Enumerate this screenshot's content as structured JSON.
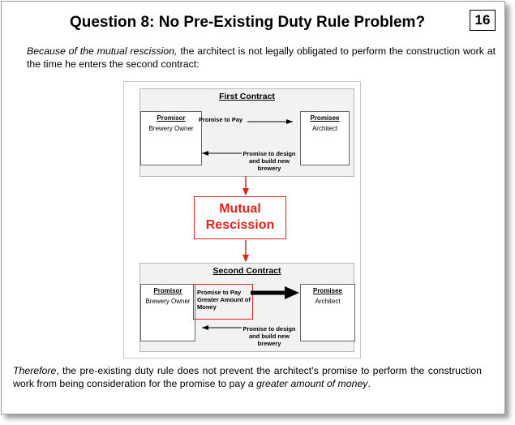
{
  "slide": {
    "title": "Question 8:  No Pre-Existing Duty Rule Problem?",
    "page_number": "16",
    "intro": {
      "italic_lead": "Because of the mutual rescission,",
      "rest": " the architect is not legally obligated to perform the construction work at the time he enters the second contract:"
    },
    "outro": {
      "italic_lead": "Therefore",
      "middle": ", the pre-existing duty rule does not prevent the architect's promise to perform the construction work from being consideration for the promise to pay ",
      "italic_end": "a greater amount of money",
      "end": "."
    }
  },
  "diagram": {
    "first_contract": {
      "title": "First Contract",
      "promisor_role": "Promisor",
      "promisor_name": "Brewery Owner",
      "promisee_role": "Promisee",
      "promisee_name": "Architect",
      "promise_to_pay": "Promise to Pay",
      "promise_to_design": "Promise to design and build new brewery"
    },
    "mutual_rescission": "Mutual Rescission",
    "second_contract": {
      "title": "Second Contract",
      "promisor_role": "Promisor",
      "promisor_name": "Brewery Owner",
      "promisee_role": "Promisee",
      "promisee_name": "Architect",
      "promise_to_pay": "Promise to Pay Greater Amount of Money",
      "promise_to_design": "Promise to design and build new brewery"
    },
    "colors": {
      "accent_red": "#e2231a",
      "panel_gray": "#f2f2f2"
    }
  }
}
